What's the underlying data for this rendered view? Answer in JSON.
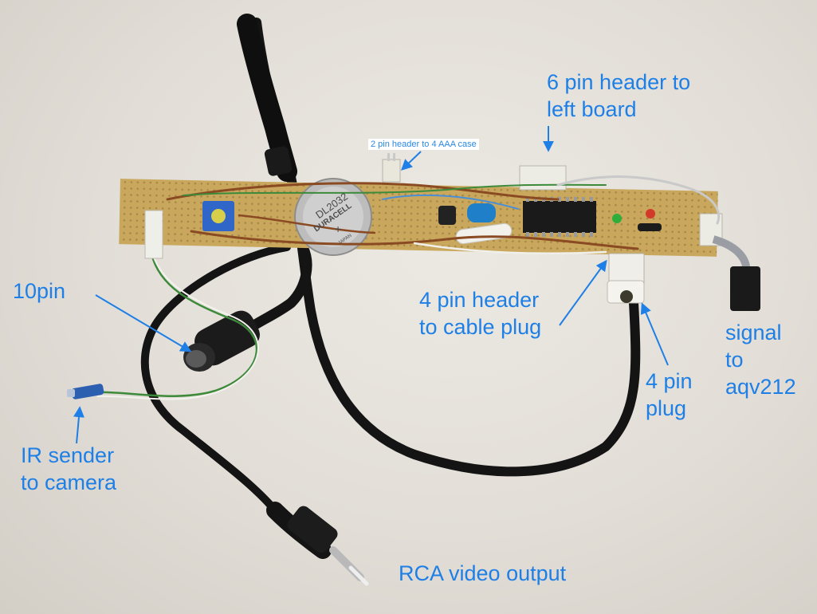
{
  "annotations": {
    "six_pin": "6 pin header to\nleft board",
    "two_pin": "2 pin header to 4 AAA case",
    "ten_pin": "10pin",
    "four_pin_header": "4 pin header\nto cable plug",
    "signal": "signal\nto\naqv212",
    "four_pin_plug": "4 pin\nplug",
    "ir_sender": "IR sender\nto camera",
    "rca": "RCA video output"
  },
  "battery": {
    "line1": "DL2032",
    "line2": "DURACELL",
    "line3": "+",
    "line4": "JAPAN"
  },
  "colors": {
    "annotation": "#1e7fe6",
    "board": "#c9a85e",
    "cable": "#141414",
    "wire_brown": "#8a4a22",
    "wire_green": "#3c8a3a",
    "trimmer": "#2f66c8",
    "capacitor": "#1f7fc8"
  }
}
